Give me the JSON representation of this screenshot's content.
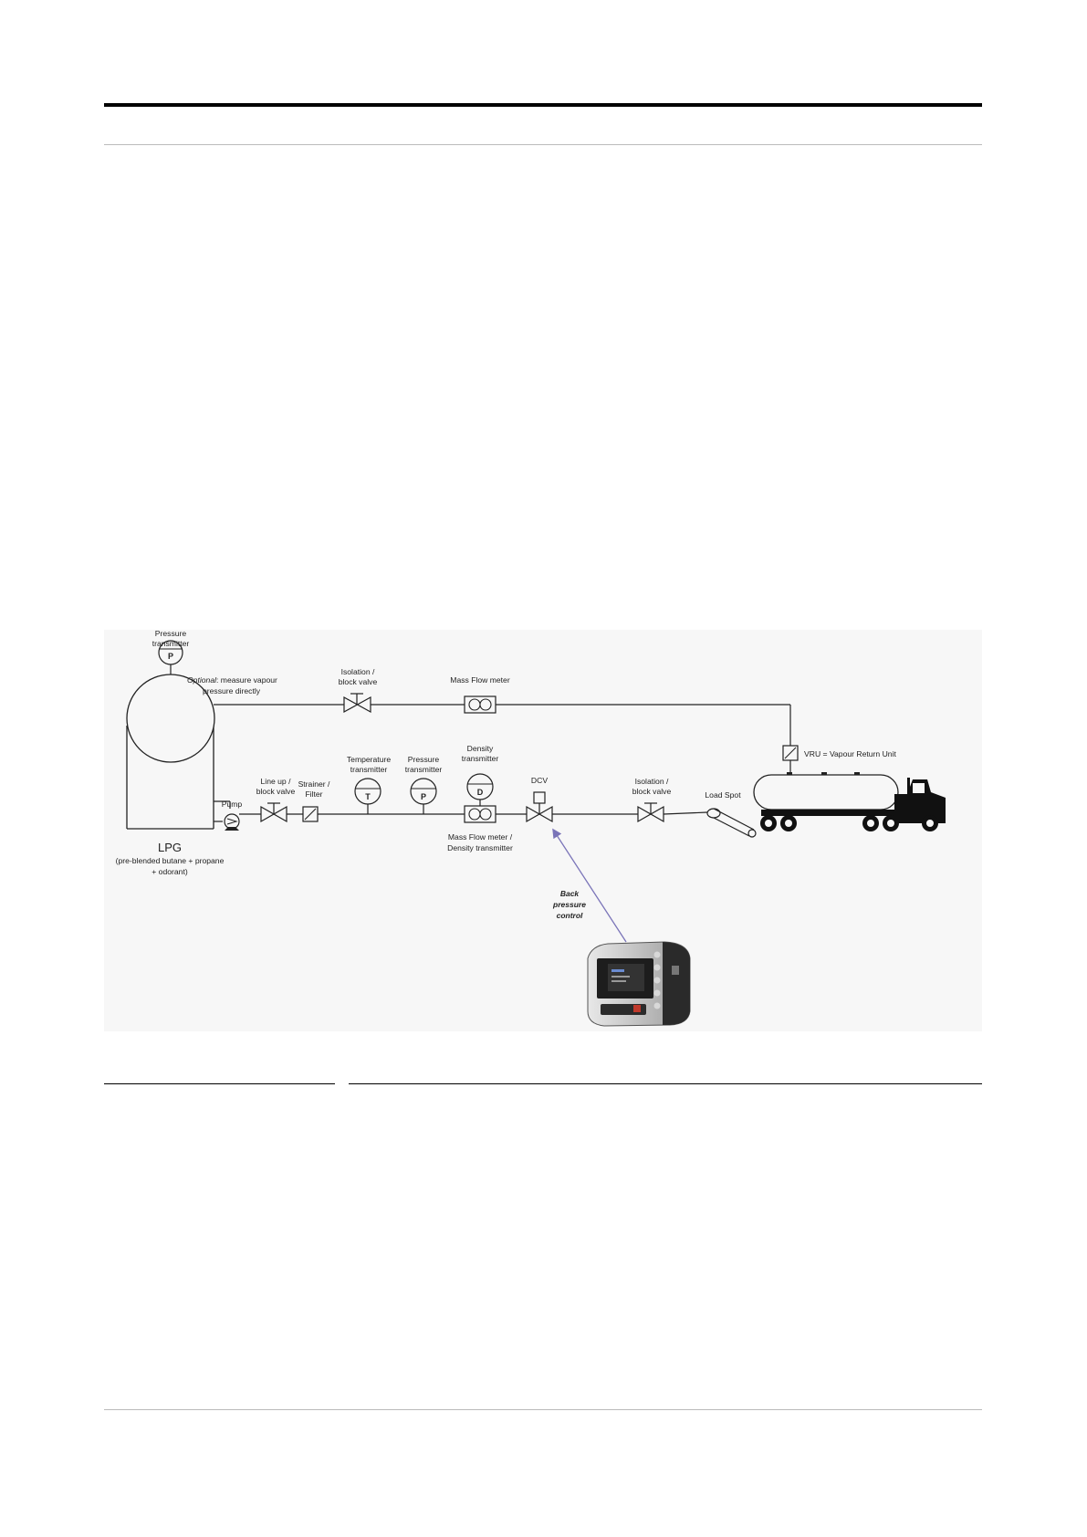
{
  "diagram": {
    "tank": {
      "name": "LPG",
      "desc_line1": "(pre-blended butane + propane",
      "desc_line2": "+ odorant)"
    },
    "labels": {
      "pressure_tx_top_1": "Pressure",
      "pressure_tx_top_2": "transmitter",
      "optional_1_italic": "Optional",
      "optional_1_rest": ": measure vapour",
      "optional_2": "pressure directly",
      "iso_top_1": "Isolation /",
      "iso_top_2": "block valve",
      "mfm_top": "Mass Flow meter",
      "vru": "VRU = Vapour Return Unit",
      "pump": "Pump",
      "lineup_1": "Line up /",
      "lineup_2": "block valve",
      "strainer_1": "Strainer /",
      "strainer_2": "Filter",
      "temp_1": "Temperature",
      "temp_2": "transmitter",
      "press_1": "Pressure",
      "press_2": "transmitter",
      "dens_1": "Density",
      "dens_2": "transmitter",
      "dcv": "DCV",
      "iso_bot_1": "Isolation /",
      "iso_bot_2": "block valve",
      "load_spot": "Load Spot",
      "mfm_bot_1": "Mass Flow meter /",
      "mfm_bot_2": "Density transmitter",
      "bpc_1": "Back",
      "bpc_2": "pressure",
      "bpc_3": "control"
    },
    "symbols": {
      "pressure_top": "P",
      "temperature": "T",
      "pressure": "P",
      "density": "D"
    },
    "colors": {
      "line": "#222222",
      "arrow": "#7a74b8"
    }
  }
}
